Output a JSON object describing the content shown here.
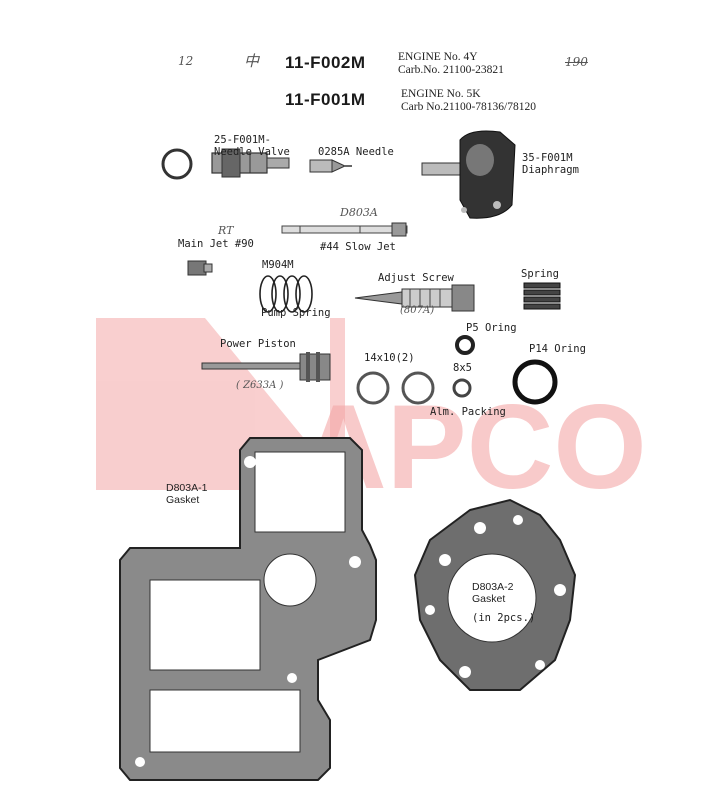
{
  "watermark": {
    "text": "APCO",
    "color": "#f4a7a7"
  },
  "handwritten": {
    "left_number": "12",
    "left_char": "中",
    "right_mark": "190"
  },
  "kits": [
    {
      "part_no": "11-F002M",
      "engine_label": "ENGINE No.  4Y",
      "carb_label": "Carb.No. 21100-23821"
    },
    {
      "part_no": "11-F001M",
      "engine_label": "ENGINE No. 5K",
      "carb_label": "Carb No.21100-78136/78120"
    }
  ],
  "parts": {
    "needle_valve": {
      "code": "25-F001M-",
      "name": "Needle Valve"
    },
    "needle": {
      "name": "0285A Needle"
    },
    "diaphragm": {
      "code": "35-F001M",
      "name": "Diaphragm"
    },
    "slow_jet": {
      "hand_code": "D803A",
      "name": "#44 Slow Jet"
    },
    "main_jet": {
      "hand_code": "RT",
      "name": "Main Jet #90"
    },
    "pump_spring": {
      "code": "M904M",
      "name": "Pump Spring"
    },
    "adjust_screw": {
      "name": "Adjust Screw",
      "hand_code": "(807A)"
    },
    "spring": {
      "name": "Spring"
    },
    "power_piston": {
      "name": "Power Piston",
      "hand_code": "( Z633A )"
    },
    "p5_oring": {
      "name": "P5 Oring"
    },
    "p14_oring": {
      "name": "P14 Oring"
    },
    "packing_14x10": {
      "size": "14x10(2)"
    },
    "packing_8x5": {
      "size": "8x5"
    },
    "alm_packing": {
      "name": "Alm. Packing"
    },
    "gasket_1": {
      "code": "D803A-1",
      "name": "Gasket"
    },
    "gasket_2": {
      "code": "D803A-2",
      "name": "Gasket",
      "note": "(in 2pcs.)"
    }
  }
}
